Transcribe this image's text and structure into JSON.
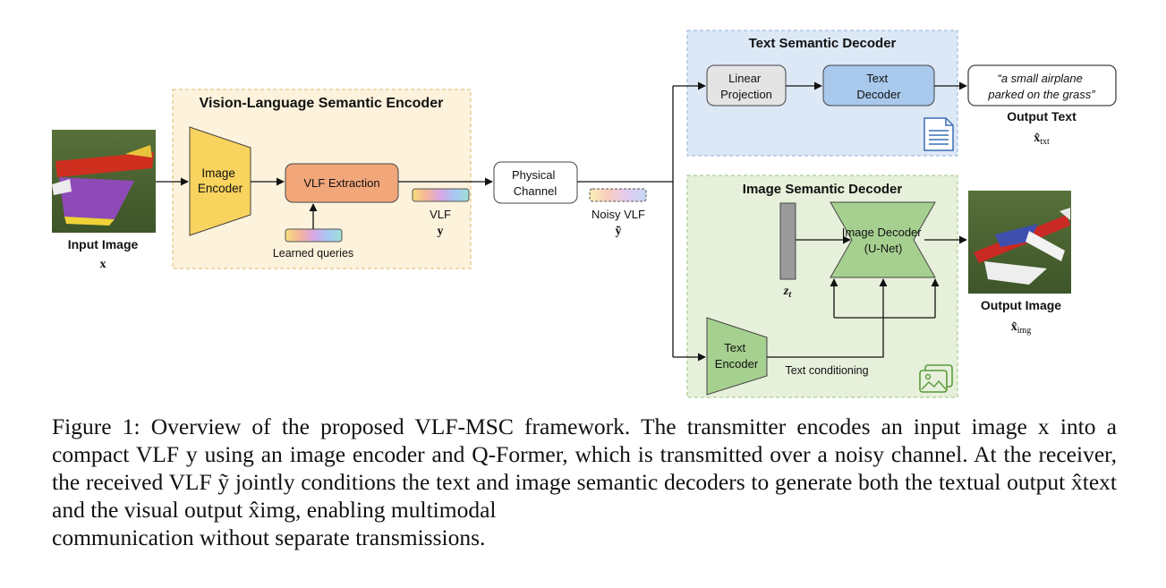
{
  "encoder": {
    "title": "Vision-Language Semantic Encoder",
    "image_encoder": [
      "Image",
      "Encoder"
    ],
    "vlf_extraction": "VLF Extraction",
    "learned_queries": "Learned queries",
    "vlf_label": "VLF",
    "vlf_symbol": "y"
  },
  "input": {
    "label": "Input Image",
    "symbol": "x"
  },
  "channel": {
    "label": [
      "Physical",
      "Channel"
    ],
    "noisy_label": "Noisy VLF",
    "noisy_symbol": "ỹ"
  },
  "text_decoder": {
    "title": "Text Semantic Decoder",
    "linear_projection": [
      "Linear",
      "Projection"
    ],
    "text_decoder": [
      "Text",
      "Decoder"
    ],
    "output_quote": [
      "“a small airplane",
      "parked on the grass”"
    ],
    "output_label": "Output Text",
    "output_symbol": "x̂",
    "output_subscript": "txt"
  },
  "image_decoder": {
    "title": "Image Semantic Decoder",
    "unet": [
      "Image Decoder",
      "(U-Net)"
    ],
    "latent_symbol": "z",
    "latent_subscript": "t",
    "text_encoder": [
      "Text",
      "Encoder"
    ],
    "conditioning": "Text conditioning",
    "output_label": "Output Image",
    "output_symbol": "x̂",
    "output_subscript": "img"
  },
  "caption": {
    "body": "Figure 1: Overview of the proposed VLF-MSC framework. The transmitter encodes an input image x into a compact VLF y using an image encoder and Q-Former, which is transmitted over a noisy channel. At the receiver, the received VLF ỹ jointly conditions the text and image semantic decoders to generate both the textual output x̂text and the visual output x̂img, enabling multimodal",
    "last": "communication without separate transmissions."
  },
  "colors": {
    "encoder_bg": "#fdf2dc",
    "text_decoder_bg": "#dce8f6",
    "image_decoder_bg": "#e6f0da",
    "image_encoder_fill": "#f8d35e",
    "vlf_extraction_fill": "#f2a77b",
    "text_decoder_fill": "#a8c8ec",
    "green_block_fill": "#a6d08f"
  }
}
